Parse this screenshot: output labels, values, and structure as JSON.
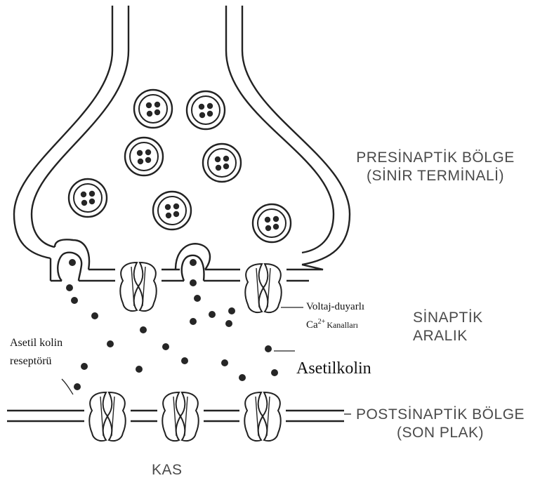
{
  "labels": {
    "presynaptic_line1": "PRESİNAPTİK BÖLGE",
    "presynaptic_line2": "(SİNİR TERMİNALİ)",
    "synaptic_line1": "SİNAPTİK",
    "synaptic_line2": "ARALIK",
    "postsynaptic_line1": "POSTSİNAPTİK BÖLGE",
    "postsynaptic_line2": "(SON PLAK)",
    "muscle": "KAS",
    "voltage_line1": "Voltaj-duyarlı",
    "voltage_ca": "Ca",
    "voltage_sup": "2+",
    "voltage_channels": "Kanalları",
    "receptor_line1": "Asetil kolin",
    "receptor_line2": "reseptörü",
    "acetylcholine": "Asetilkolin"
  },
  "colors": {
    "line": "#222222",
    "dot": "#262626",
    "label_gray": "#4a4a4a",
    "label_black": "#111111"
  }
}
